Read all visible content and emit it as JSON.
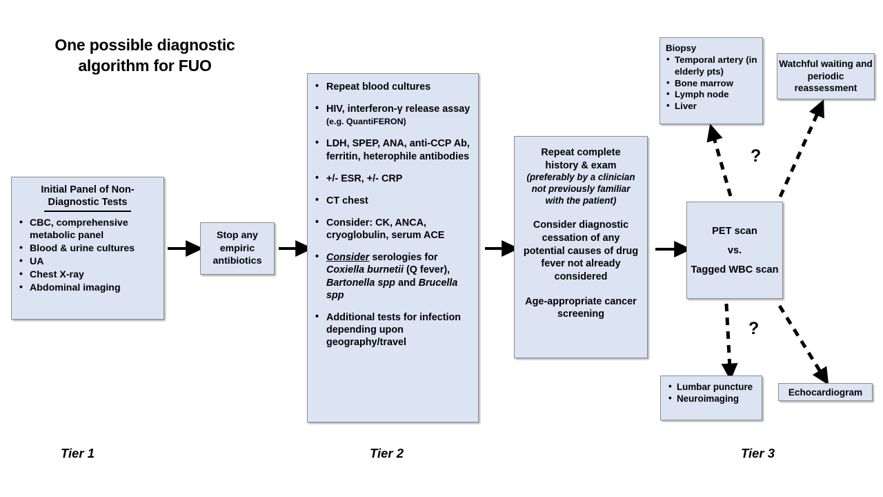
{
  "title": "One possible diagnostic algorithm for FUO",
  "colors": {
    "box_fill": "#dce3f2",
    "box_border": "#8c8c8c",
    "text": "#000000",
    "arrow": "#000000",
    "background": "#ffffff"
  },
  "tier1": {
    "header": "Initial Panel of Non-Diagnostic Tests",
    "items": [
      "CBC, comprehensive metabolic panel",
      "Blood & urine cultures",
      "UA",
      "Chest X-ray",
      "Abdominal imaging"
    ]
  },
  "stop_antibiotics": {
    "text": "Stop any empiric antibiotics"
  },
  "tier2": {
    "items": [
      {
        "main": "Repeat blood cultures"
      },
      {
        "main": "HIV, interferon-γ release assay ",
        "note": "(e.g. QuantiFERON)"
      },
      {
        "main": "LDH, SPEP, ANA, anti-CCP Ab, ferritin, heterophile antibodies"
      },
      {
        "main": "+/- ESR, +/- CRP"
      },
      {
        "main": "CT chest"
      },
      {
        "main": "Consider: CK, ANCA, cryoglobulin, serum ACE"
      },
      {
        "lead_italic_underline": "Consider",
        "after_lead": " serologies for ",
        "sp1": "Coxiella burnetii",
        "mid1": " (Q fever), ",
        "sp2": "Bartonella spp",
        "mid2": " and ",
        "sp3": "Brucella spp"
      },
      {
        "main": "Additional tests for infection depending upon geography/travel"
      }
    ]
  },
  "history_exam": {
    "line1": "Repeat complete",
    "line2": "history & exam",
    "paren1": "(preferably by a clinician",
    "paren2": "not previously familiar",
    "paren3": "with the patient)",
    "para2": "Consider diagnostic cessation of any potential causes of drug fever not already considered",
    "para3": "Age-appropriate cancer screening"
  },
  "biopsy": {
    "header": "Biopsy",
    "items": [
      "Temporal artery (in elderly pts)",
      "Bone marrow",
      "Lymph node",
      "Liver"
    ]
  },
  "watchful_waiting": {
    "text": "Watchful waiting and periodic reassessment"
  },
  "pet_scan": {
    "line1": "PET scan",
    "line2": "vs.",
    "line3": "Tagged WBC scan"
  },
  "lumbar": {
    "items": [
      "Lumbar puncture",
      "Neuroimaging"
    ]
  },
  "echocardiogram": {
    "text": "Echocardiogram"
  },
  "question_marks": {
    "top": "?",
    "bottom": "?"
  },
  "tier_labels": {
    "tier1": "Tier 1",
    "tier2": "Tier 2",
    "tier3": "Tier 3"
  }
}
